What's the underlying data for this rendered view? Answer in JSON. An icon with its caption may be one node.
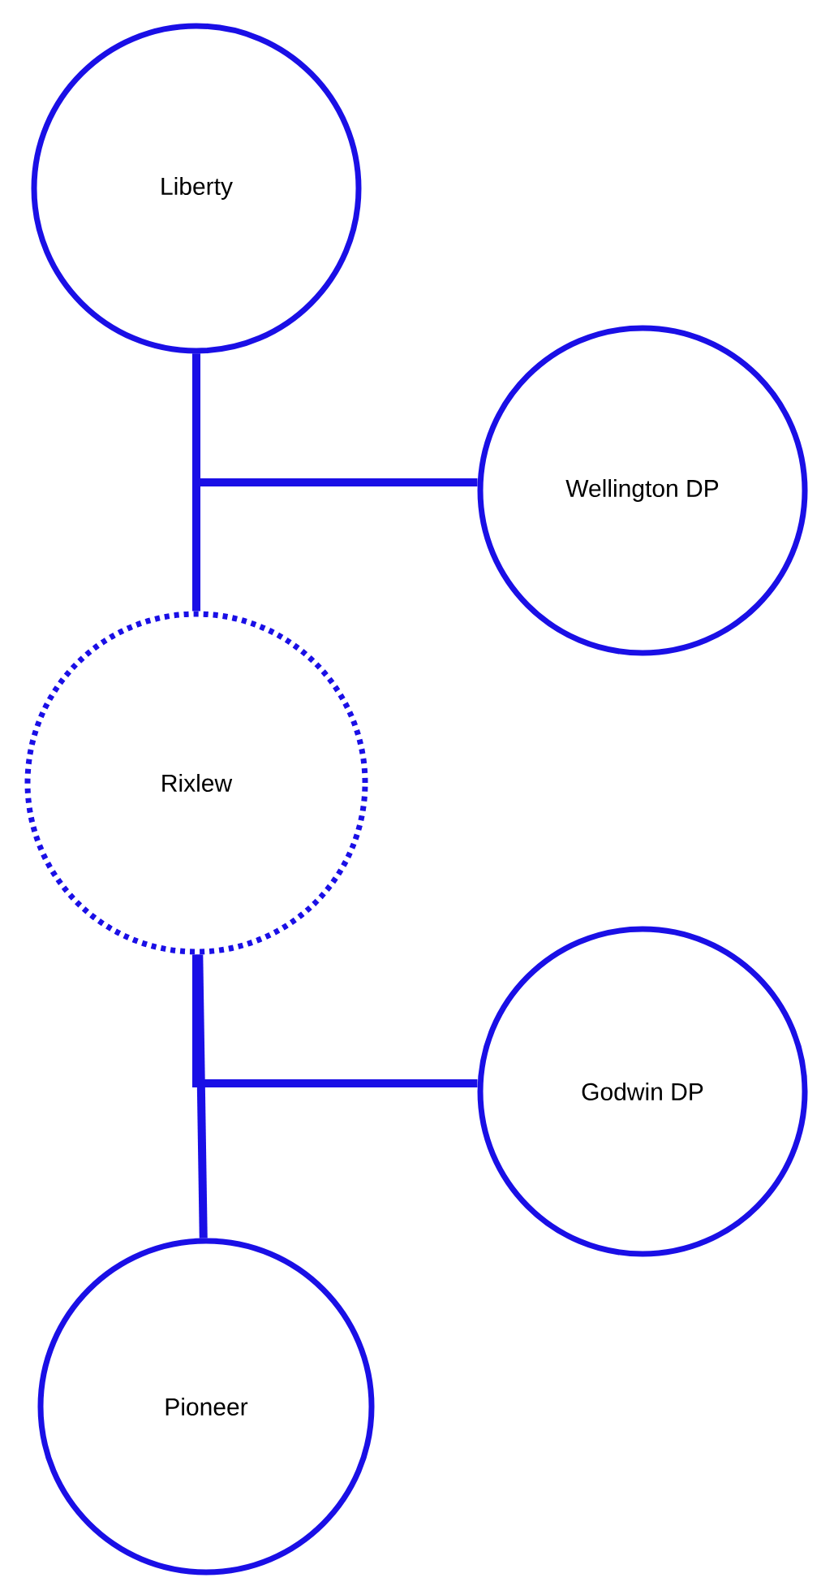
{
  "diagram": {
    "nodes": [
      {
        "text": [
          "Liberty"
        ]
      },
      {
        "text": [
          "Wellington DP"
        ]
      },
      {
        "text": [
          "Rixlew"
        ]
      },
      {
        "text": [
          "Godwin DP"
        ]
      },
      {
        "text": [
          "Pioneer"
        ]
      }
    ],
    "edges": [
      {
        "from": 0,
        "to": 2,
        "arrow": "none"
      },
      {
        "from": 0,
        "to": 1,
        "arrow": "none"
      },
      {
        "from": 2,
        "to": 4,
        "arrow": "none"
      },
      {
        "from": 2,
        "to": 3,
        "arrow": "none"
      }
    ]
  }
}
